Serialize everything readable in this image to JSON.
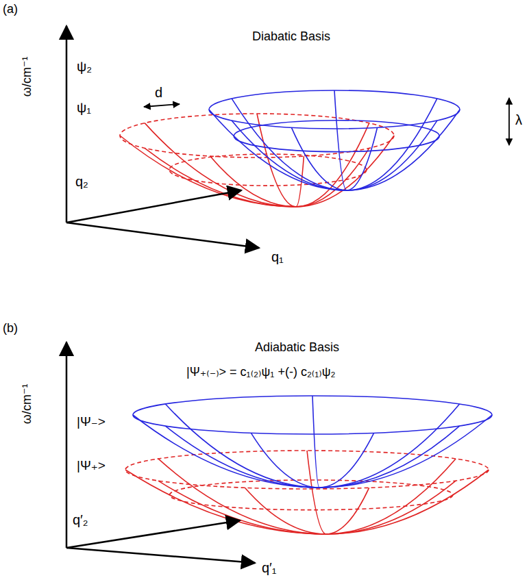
{
  "diagram": {
    "labels": [
      "(a)",
      "Diabatic Basis",
      "ω/cm⁻¹",
      "ψ₂",
      "ψ₁",
      "d",
      "λ",
      "q₂",
      "q₁",
      "(b)",
      "Adiabatic Basis",
      "|Ψ₊₍₋₎> = c₁₍₂₎ψ₁ +(-) c₂₍₁₎ψ₂",
      "ω/cm⁻¹",
      "|Ψ₋>",
      "|Ψ₊>",
      "q′₂",
      "q′₁"
    ]
  }
}
